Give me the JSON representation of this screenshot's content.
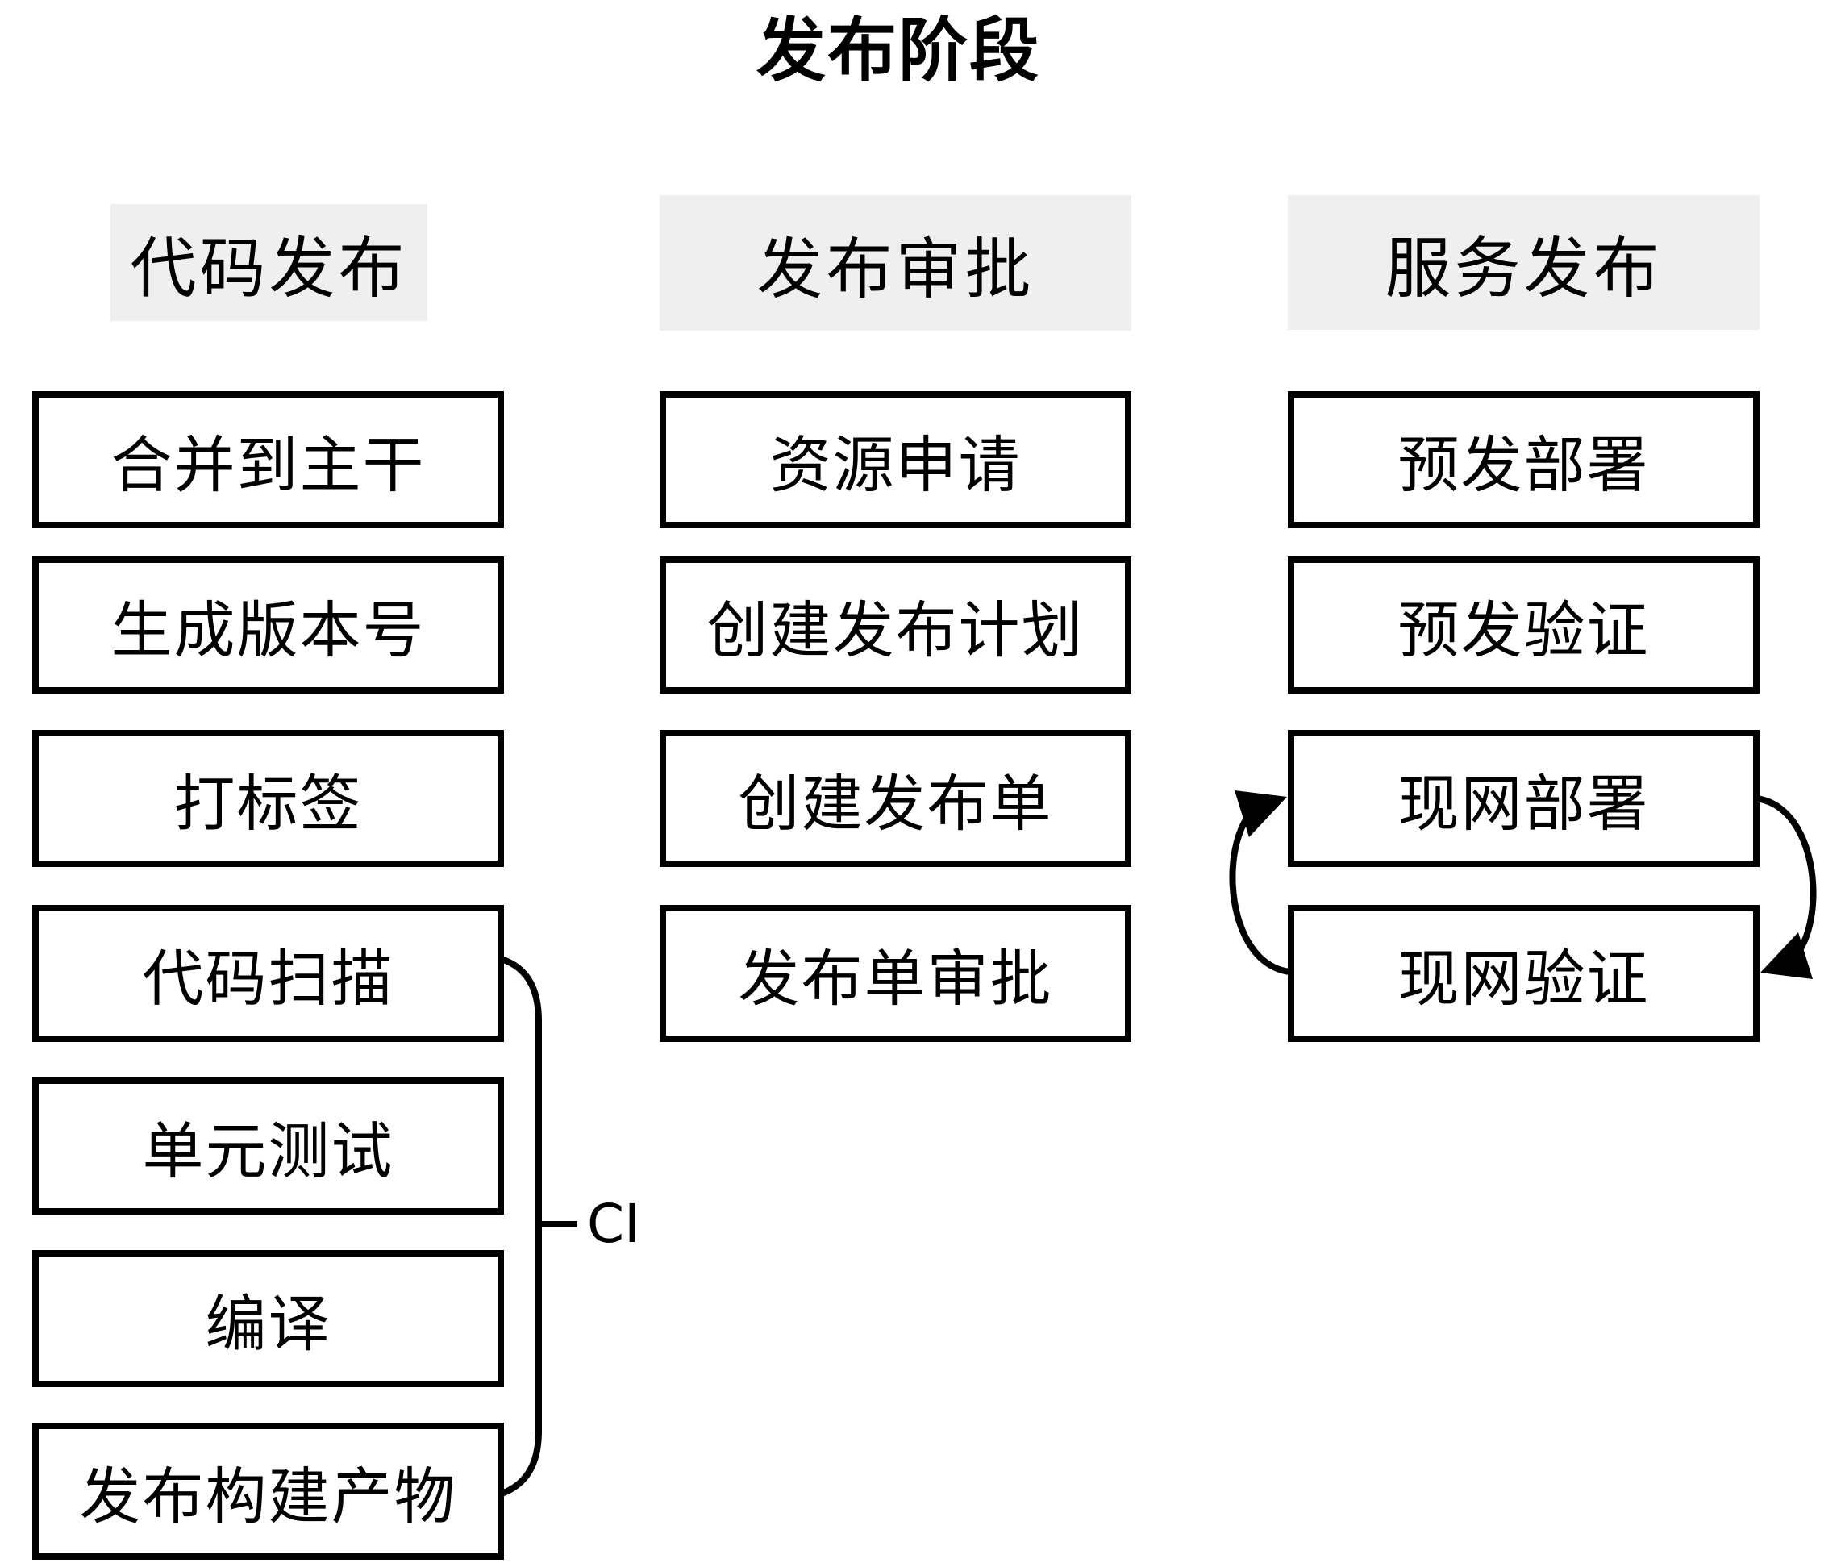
{
  "title": "发布阶段",
  "columns": [
    {
      "header": "代码发布",
      "steps": [
        "合并到主干",
        "生成版本号",
        "打标签",
        "代码扫描",
        "单元测试",
        "编译",
        "发布构建产物"
      ]
    },
    {
      "header": "发布审批",
      "steps": [
        "资源申请",
        "创建发布计划",
        "创建发布单",
        "发布单审批"
      ]
    },
    {
      "header": "服务发布",
      "steps": [
        "预发部署",
        "预发验证",
        "现网部署",
        "现网验证"
      ]
    }
  ],
  "annotations": {
    "ci_label": "CI"
  },
  "colors": {
    "background": "#ffffff",
    "stroke": "#000000",
    "text": "#000000",
    "header_bg": "#efefef"
  }
}
